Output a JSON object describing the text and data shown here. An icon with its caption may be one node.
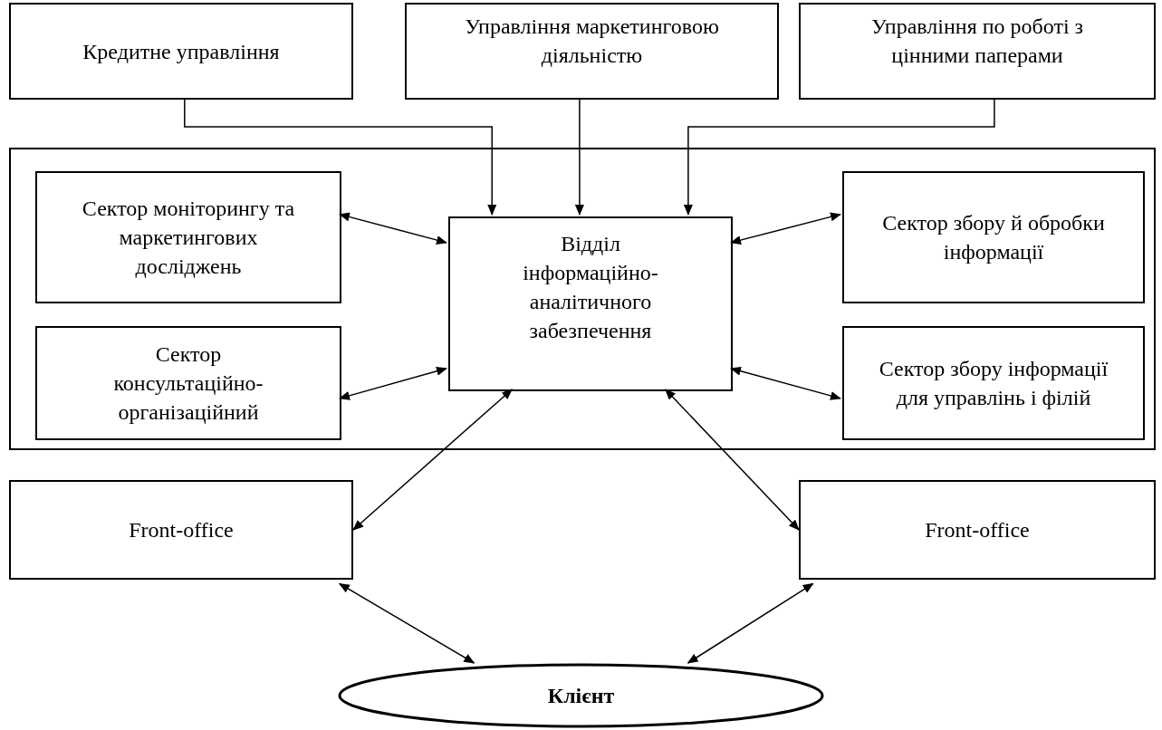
{
  "diagram": {
    "nodes": [
      {
        "text": [
          "Кредитне управління"
        ]
      },
      {
        "text": [
          "Управління маркетинговою діяльністю"
        ]
      },
      {
        "text": [
          "Управління по роботі з цінними паперами"
        ]
      },
      {
        "text": [],
        "shape": "box"
      },
      {
        "text": [
          "Сектор моніторингу та маркетингових досліджень"
        ],
        "in": 3
      },
      {
        "text": [
          "Відділ інформаційно-аналітичного забезпечення"
        ],
        "in": 3
      },
      {
        "text": [
          "Сектор збору й обробки інформації"
        ],
        "in": 3
      },
      {
        "text": [
          "Сектор консультаційно-організаційний"
        ],
        "in": 3
      },
      {
        "text": [
          "Сектор збору інформації для управлінь і філій"
        ],
        "in": 3
      },
      {
        "text": [
          "Front-office"
        ]
      },
      {
        "text": [
          "Front-office"
        ]
      },
      {
        "text": [
          "Клієнт"
        ]
      }
    ],
    "edges": [
      {
        "from": 0,
        "to": 5,
        "arrow": "to"
      },
      {
        "from": 1,
        "to": 5,
        "arrow": "to"
      },
      {
        "from": 2,
        "to": 5,
        "arrow": "to"
      },
      {
        "from": 4,
        "to": 5,
        "arrow": "both"
      },
      {
        "from": 6,
        "to": 5,
        "arrow": "both"
      },
      {
        "from": 7,
        "to": 5,
        "arrow": "both"
      },
      {
        "from": 8,
        "to": 5,
        "arrow": "both"
      },
      {
        "from": 5,
        "to": 9,
        "arrow": "both"
      },
      {
        "from": 5,
        "to": 10,
        "arrow": "both"
      },
      {
        "from": 9,
        "to": 11,
        "arrow": "both"
      },
      {
        "from": 10,
        "to": 11,
        "arrow": "both"
      }
    ]
  }
}
